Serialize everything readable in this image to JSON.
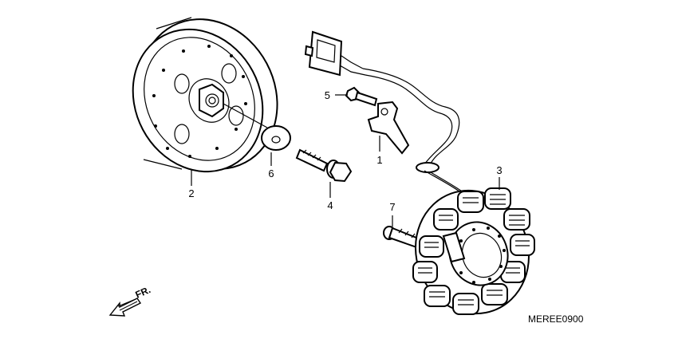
{
  "callouts": {
    "c1": "1",
    "c2": "2",
    "c3": "3",
    "c4": "4",
    "c5": "5",
    "c6": "6",
    "c7": "7"
  },
  "front_indicator": "FR.",
  "diagram_code": "MEREE0900"
}
